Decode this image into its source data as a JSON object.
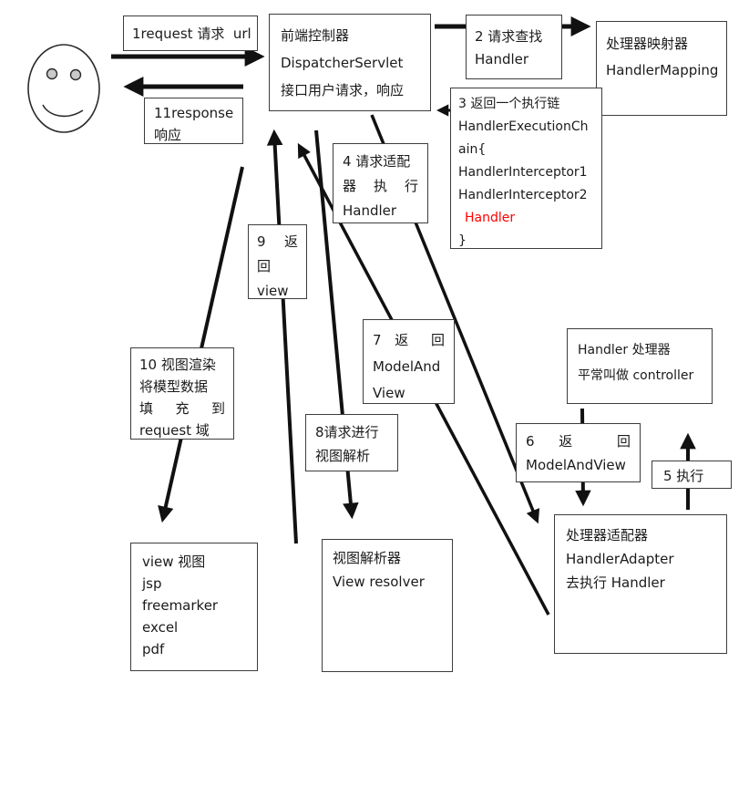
{
  "colors": {
    "highlight": "#ff0000",
    "ink": "#1b1b1b"
  },
  "nodes": {
    "box1": {
      "lines": [
        "1request 请求  url"
      ]
    },
    "ds": {
      "lines": [
        "前端控制器",
        "DispatcherServlet",
        "接口用户请求，响应"
      ]
    },
    "box2": {
      "lines": [
        "2 请求查找",
        "Handler"
      ]
    },
    "hm": {
      "lines": [
        "处理器映射器",
        "HandlerMapping"
      ]
    },
    "box3": {
      "lines": [
        "3 返回一个执行链",
        "HandlerExecutionCh",
        "ain{",
        "HandlerInterceptor1",
        "HandlerInterceptor2",
        "Handler",
        "}"
      ]
    },
    "box11": {
      "lines": [
        "11response",
        "响应"
      ]
    },
    "box4": {
      "lines": [
        "4 请求适配",
        "器 执 行",
        "Handler"
      ]
    },
    "box9": {
      "lines": [
        "9 返",
        "回",
        "view"
      ]
    },
    "box10": {
      "lines": [
        "10 视图渲染",
        "将模型数据",
        "填 充 到",
        "request 域"
      ]
    },
    "box7": {
      "lines": [
        "7 返 回",
        "ModelAnd",
        "View"
      ]
    },
    "box8": {
      "lines": [
        "8请求进行",
        "视图解析"
      ]
    },
    "handler": {
      "lines": [
        "Handler 处理器",
        "平常叫做 controller"
      ]
    },
    "box6": {
      "lines": [
        "6 返 回",
        "ModelAndView"
      ]
    },
    "box5": {
      "lines": [
        "5 执行"
      ]
    },
    "ha": {
      "lines": [
        "处理器适配器",
        "HandlerAdapter",
        "去执行 Handler"
      ]
    },
    "view": {
      "lines": [
        "view 视图",
        "jsp",
        "freemarker",
        "excel",
        "pdf"
      ]
    },
    "vr": {
      "lines": [
        "视图解析器",
        "View resolver"
      ]
    }
  }
}
